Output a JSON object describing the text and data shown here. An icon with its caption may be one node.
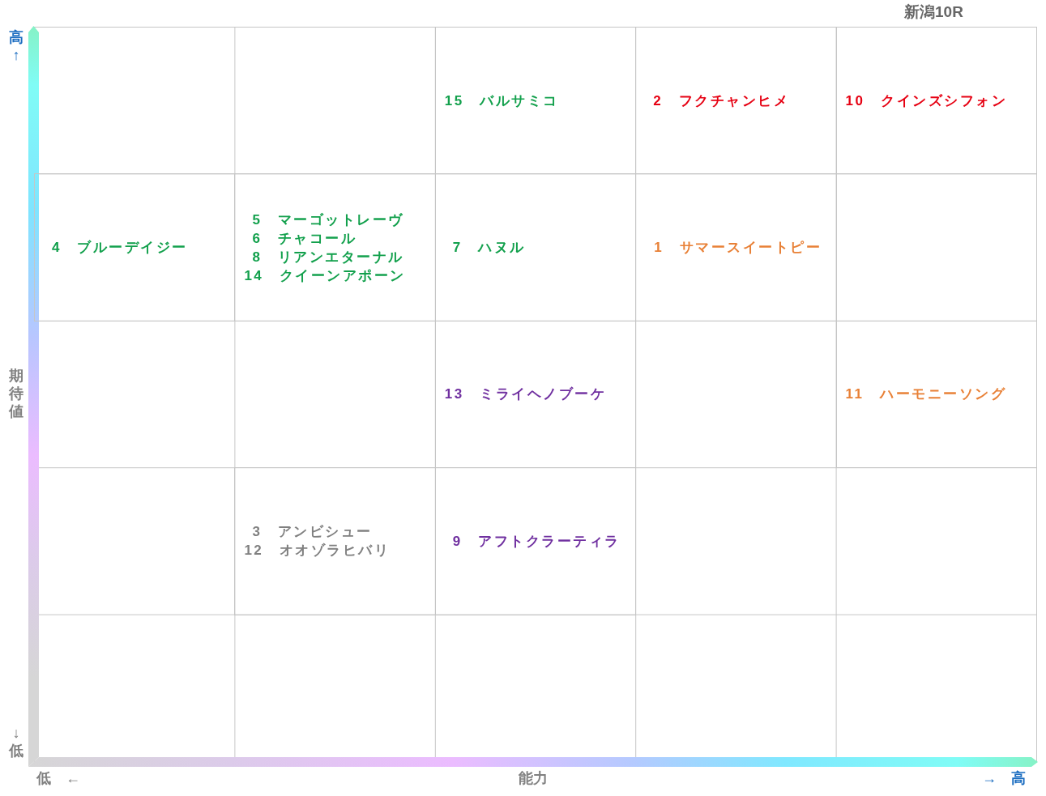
{
  "diagram": {
    "title": "新潟10R",
    "nodes": [
      {
        "text": [
          "15　バルサミコ"
        ]
      },
      {
        "text": [
          "2　フクチャンヒメ"
        ]
      },
      {
        "text": [
          "10　クインズシフォン"
        ]
      },
      {
        "text": [
          "4　ブルーデイジー"
        ]
      },
      {
        "text": [
          "5　マーゴットレーヴ",
          "6　チャコール",
          "8　リアンエターナル",
          "14　クイーンアポーン"
        ]
      },
      {
        "text": [
          "7　ハヌル"
        ]
      },
      {
        "text": [
          "1　サマースイートピー"
        ]
      },
      {
        "text": [
          "13　ミライヘノブーケ"
        ]
      },
      {
        "text": [
          "11　ハーモニーソング"
        ]
      },
      {
        "text": [
          "3　アンビシュー",
          "12　オオゾラヒバリ"
        ]
      },
      {
        "text": [
          "9　アフトクラーティラ"
        ]
      }
    ],
    "labels": [
      "高↑",
      "期待値",
      "↓低",
      "低　←",
      "能力",
      "→　高"
    ]
  }
}
